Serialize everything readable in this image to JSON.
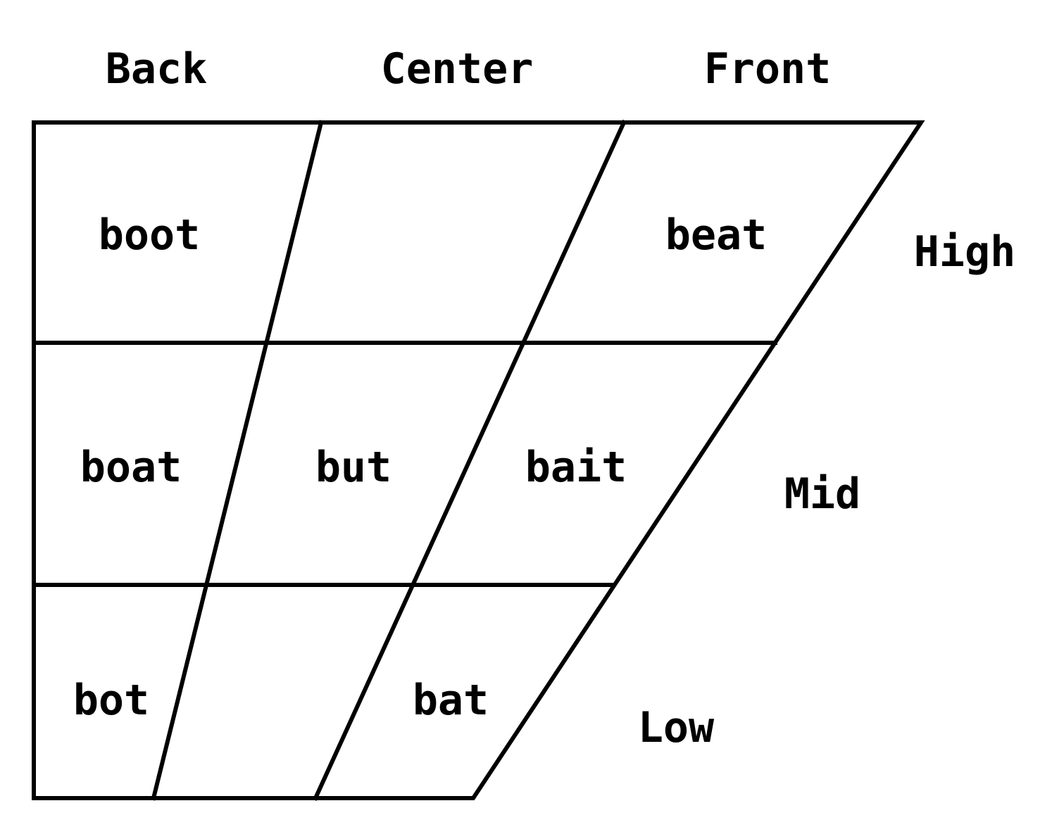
{
  "columns": {
    "back": "Back",
    "center": "Center",
    "front": "Front"
  },
  "rows": {
    "high": "High",
    "mid": "Mid",
    "low": "Low"
  },
  "cells": {
    "high_back": "boot",
    "high_front": "beat",
    "mid_back": "boat",
    "mid_center": "but",
    "mid_front": "bait",
    "low_back": "bot",
    "low_front": "bat"
  },
  "colors": {
    "line": "#000000",
    "text": "#000000",
    "background": "#ffffff"
  }
}
